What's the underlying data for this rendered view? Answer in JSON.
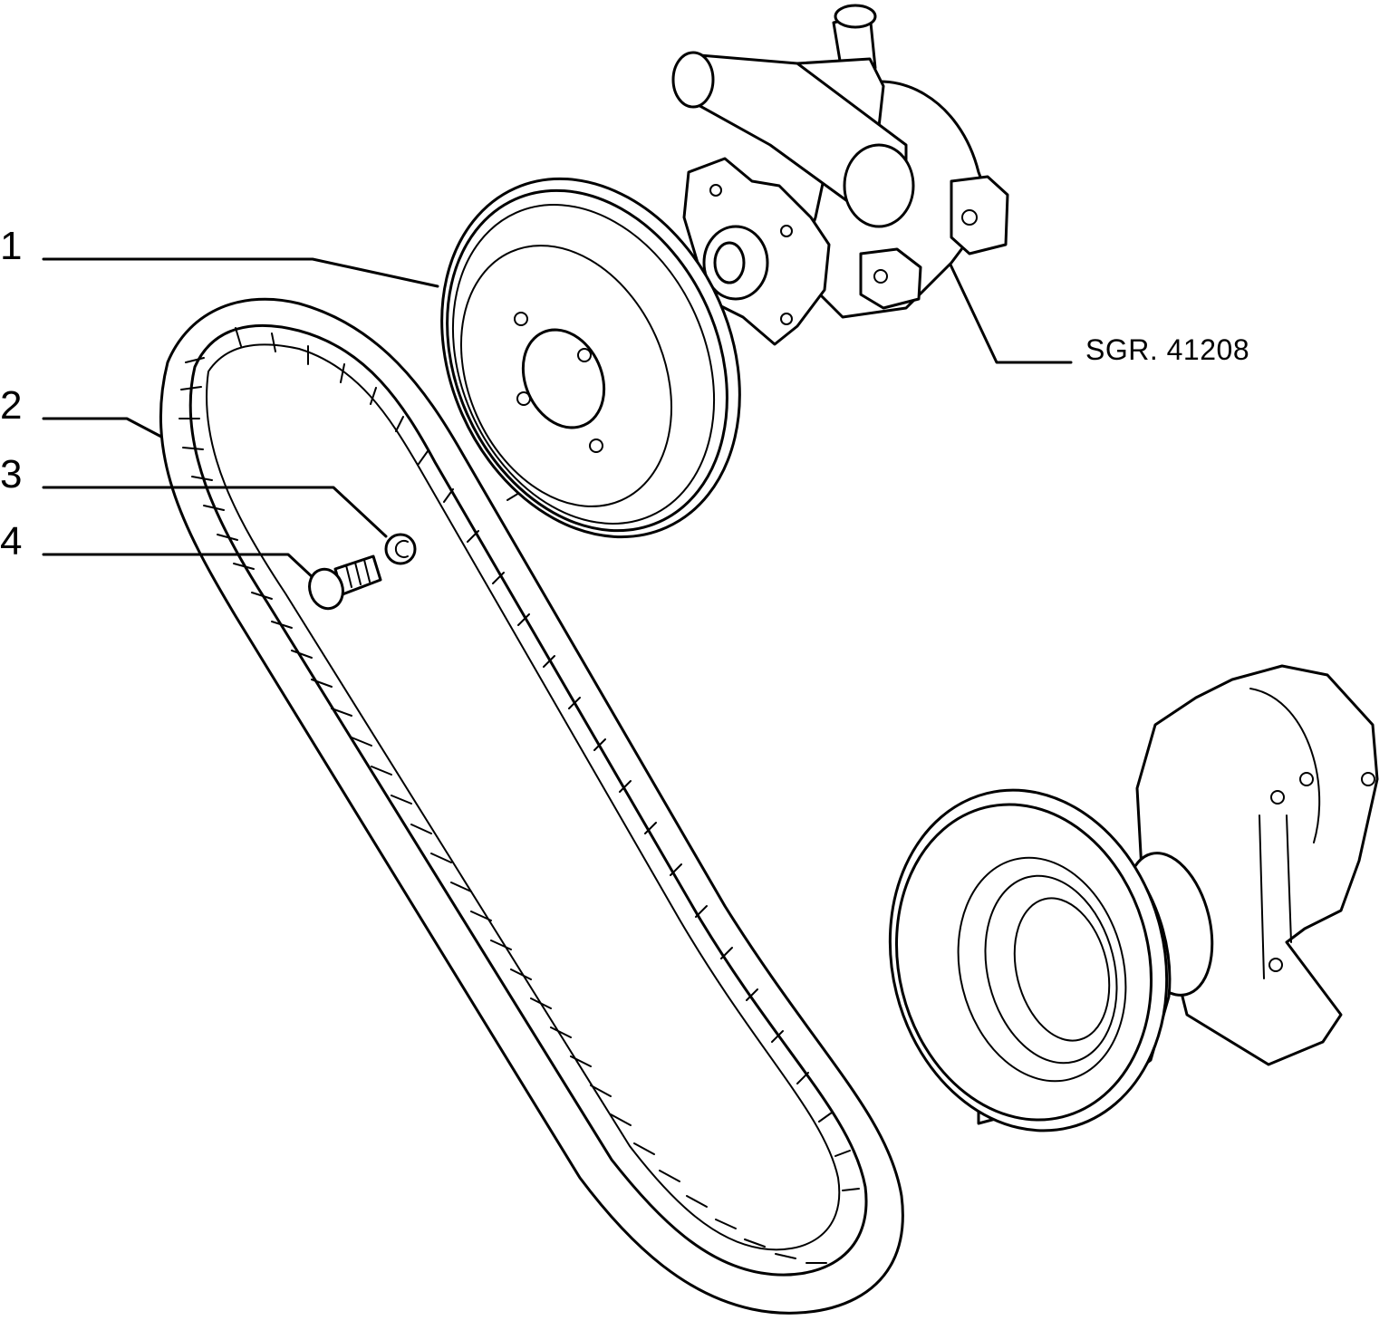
{
  "diagram": {
    "callouts": [
      {
        "id": "1",
        "text": "1",
        "part": "pulley"
      },
      {
        "id": "2",
        "text": "2",
        "part": "toothed-belt"
      },
      {
        "id": "3",
        "text": "3",
        "part": "washer"
      },
      {
        "id": "4",
        "text": "4",
        "part": "bolt"
      }
    ],
    "reference": {
      "text": "SGR. 41208",
      "part": "power-steering-pump"
    }
  },
  "colors": {
    "ink": "#000000",
    "background": "#ffffff"
  }
}
